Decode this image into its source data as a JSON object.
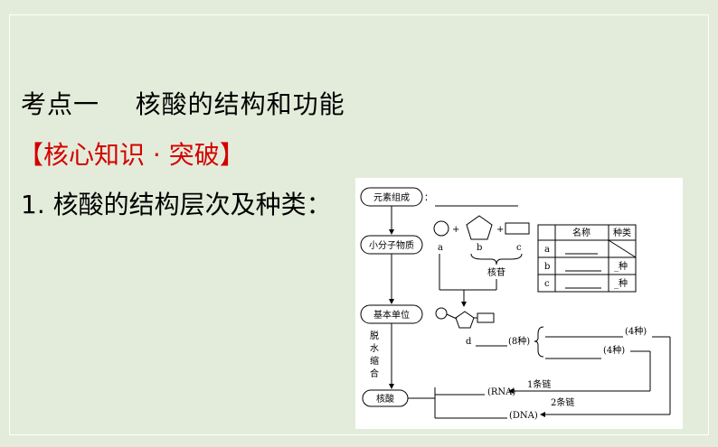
{
  "heading": {
    "title": "考点一    核酸的结构和功能",
    "subtitle": "【核心知识 · 突破】",
    "item": "1. 核酸的结构层次及种类："
  },
  "diagram": {
    "elements_label": "元素组成",
    "colon": "：",
    "small_molecule": "小分子物质",
    "basic_unit": "基本单位",
    "process": "脱水缩合",
    "nucleic_acid": "核酸",
    "label_a": "a",
    "label_b": "b",
    "label_c": "c",
    "label_d": "d",
    "plus1": "+",
    "plus2": "+",
    "nucleoside": "核苷",
    "kinds_8": "(8种)",
    "kinds_4a": "(4种)",
    "kinds_4b": "(4种)",
    "one_chain": "1条链",
    "two_chains": "2条链",
    "rna": "(RNA)",
    "dna": "(DNA)",
    "table": {
      "col_name": "名称",
      "col_kind": "种类",
      "rows": [
        {
          "label": "a",
          "kind": ""
        },
        {
          "label": "b",
          "kind": "_种"
        },
        {
          "label": "c",
          "kind": "_种"
        }
      ]
    }
  }
}
